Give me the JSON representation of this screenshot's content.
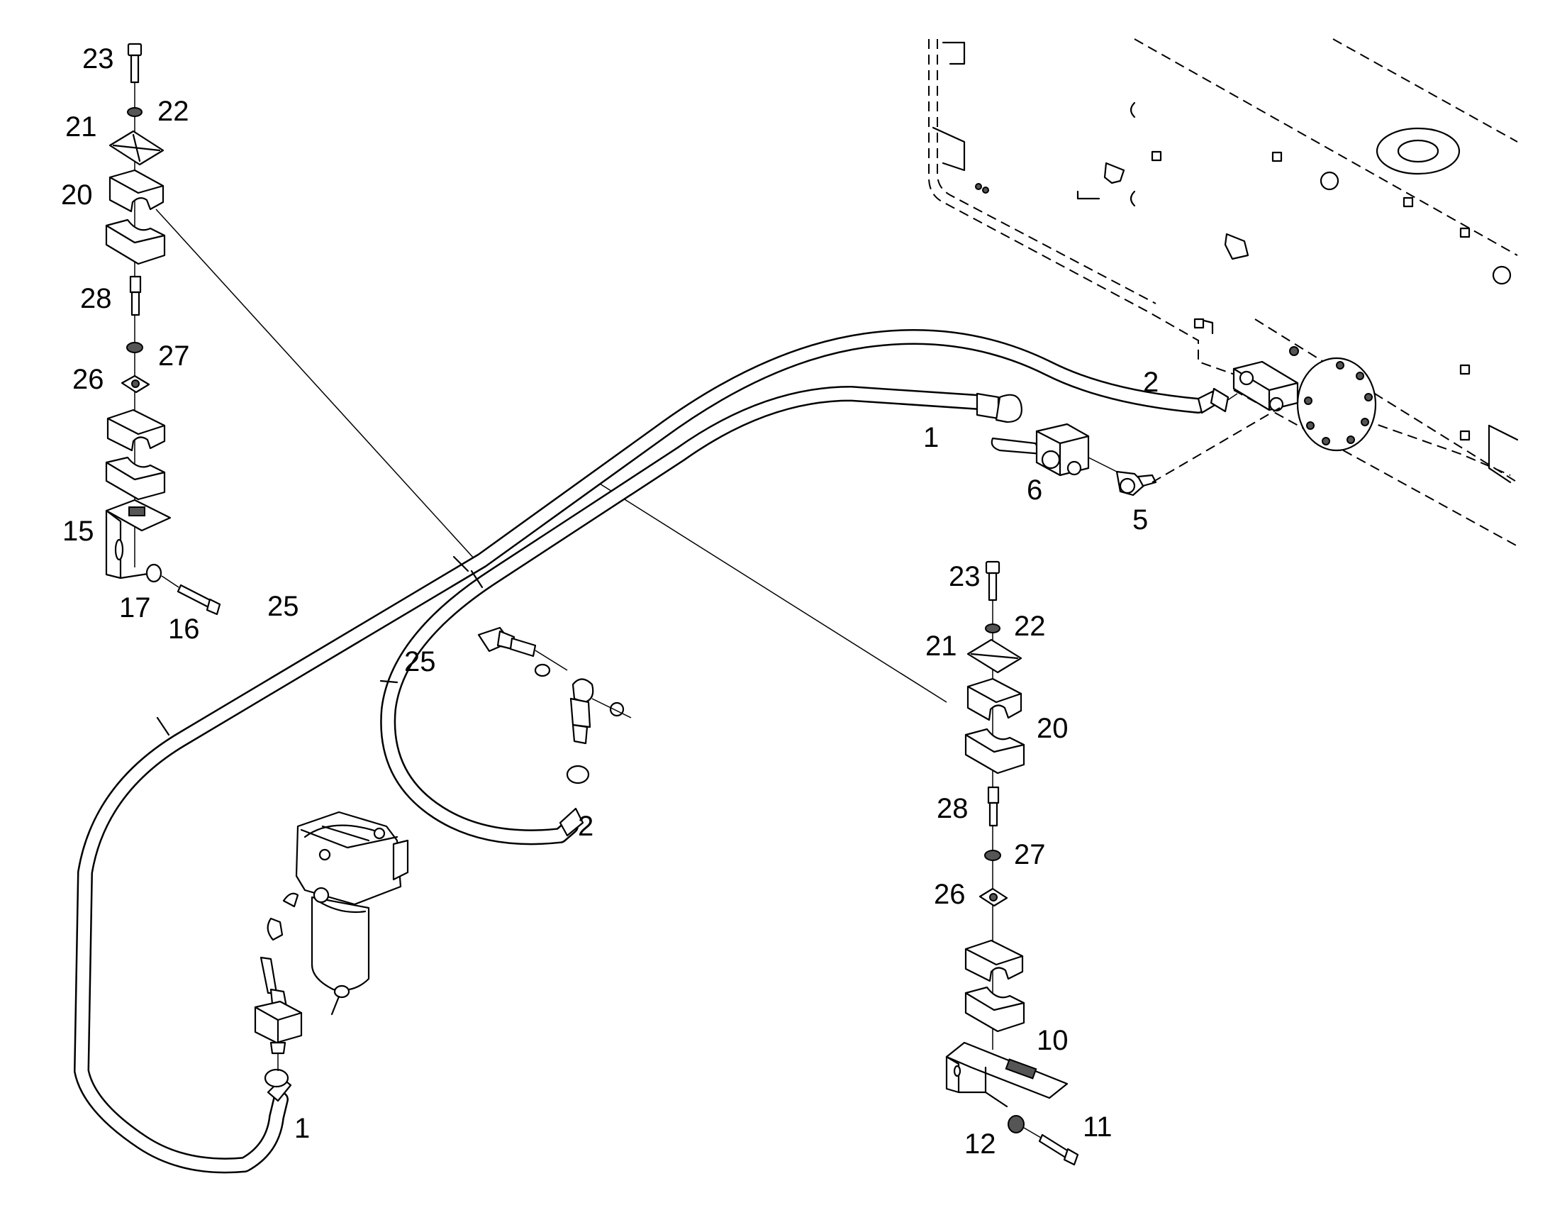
{
  "callouts": {
    "c23_left": "23",
    "c22_left": "22",
    "c21_left": "21",
    "c20_left": "20",
    "c28_left": "28",
    "c27_left": "27",
    "c26_left": "26",
    "c15": "15",
    "c17": "17",
    "c16": "16",
    "c25_left": "25",
    "c25_mid": "25",
    "c2_top": "2",
    "c1_top": "1",
    "c6": "6",
    "c5": "5",
    "c2_mid": "2",
    "c1_bottom": "1",
    "c23_right": "23",
    "c22_right": "22",
    "c21_right": "21",
    "c20_right": "20",
    "c28_right": "28",
    "c27_right": "27",
    "c26_right": "26",
    "c10": "10",
    "c11": "11",
    "c12": "12"
  }
}
